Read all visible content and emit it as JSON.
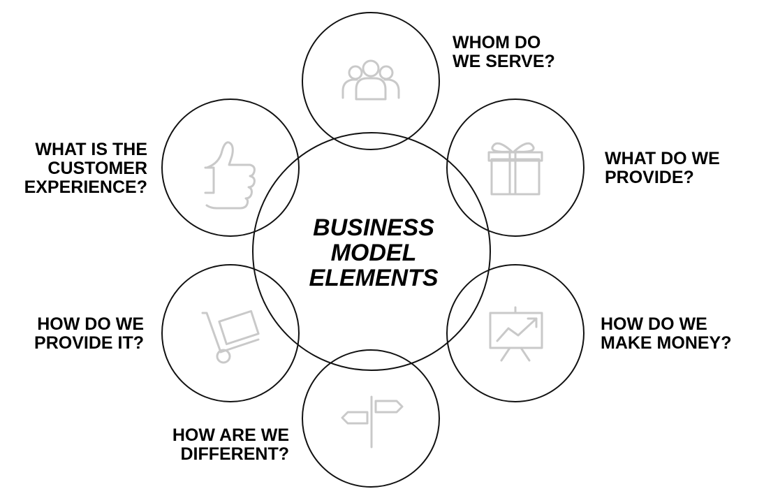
{
  "center": {
    "lines": [
      "BUSINESS",
      "MODEL",
      "ELEMENTS"
    ]
  },
  "elements": [
    {
      "id": "serve",
      "lines": [
        "WHOM DO",
        "WE SERVE?"
      ],
      "icon": "people-icon"
    },
    {
      "id": "provide",
      "lines": [
        "WHAT DO WE",
        "PROVIDE?"
      ],
      "icon": "gift-icon"
    },
    {
      "id": "money",
      "lines": [
        "HOW DO WE",
        "MAKE MONEY?"
      ],
      "icon": "presentation-chart-icon"
    },
    {
      "id": "different",
      "lines": [
        "HOW ARE WE",
        "DIFFERENT?"
      ],
      "icon": "signpost-icon"
    },
    {
      "id": "provide-it",
      "lines": [
        "HOW DO WE",
        "PROVIDE IT?"
      ],
      "icon": "hand-truck-icon"
    },
    {
      "id": "experience",
      "lines": [
        "WHAT IS THE",
        "CUSTOMER",
        "EXPERIENCE?"
      ],
      "icon": "thumbs-up-icon"
    }
  ],
  "colors": {
    "stroke": "#111111",
    "icon": "#c9c9c9",
    "text": "#000000"
  }
}
